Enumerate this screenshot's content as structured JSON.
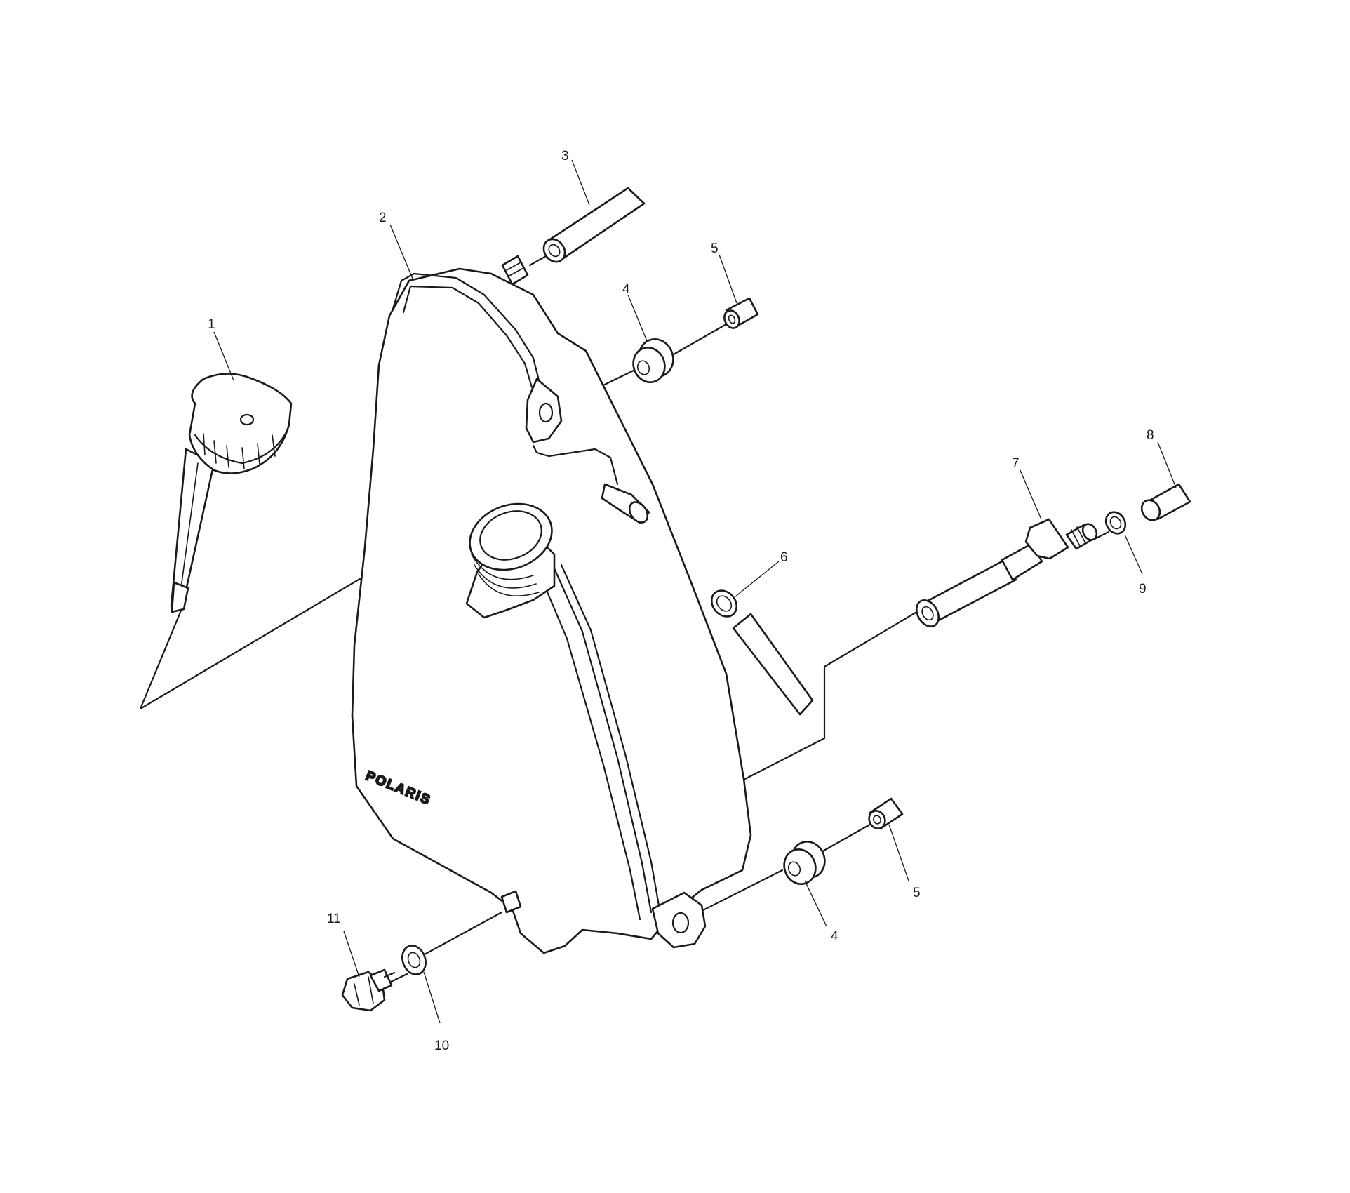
{
  "diagram": {
    "brand_text": "POLARIS",
    "callouts": [
      {
        "id": "1",
        "label": "1"
      },
      {
        "id": "2",
        "label": "2"
      },
      {
        "id": "3",
        "label": "3"
      },
      {
        "id": "4a",
        "label": "4"
      },
      {
        "id": "5a",
        "label": "5"
      },
      {
        "id": "6",
        "label": "6"
      },
      {
        "id": "7",
        "label": "7"
      },
      {
        "id": "8",
        "label": "8"
      },
      {
        "id": "9",
        "label": "9"
      },
      {
        "id": "4b",
        "label": "4"
      },
      {
        "id": "5b",
        "label": "5"
      },
      {
        "id": "10",
        "label": "10"
      },
      {
        "id": "11",
        "label": "11"
      }
    ]
  }
}
